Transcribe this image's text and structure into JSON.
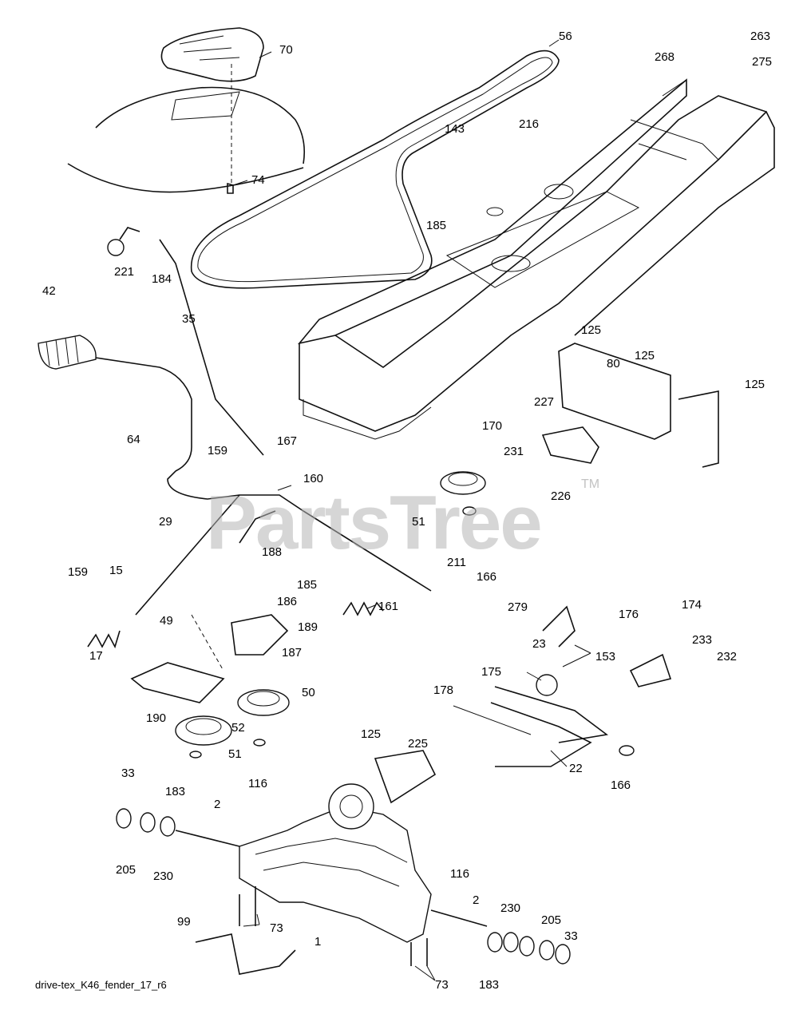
{
  "watermark": {
    "text": "PartsTree",
    "tm": "TM"
  },
  "footer": {
    "text": "drive-tex_K46_fender_17_r6"
  },
  "labels": {
    "p70": "70",
    "p56": "56",
    "p263": "263",
    "p268": "268",
    "p275": "275",
    "p143": "143",
    "p216": "216",
    "p74": "74",
    "p185a": "185",
    "p221": "221",
    "p184": "184",
    "p42": "42",
    "p35": "35",
    "p125a": "125",
    "p80": "80",
    "p125b": "125",
    "p125c": "125",
    "p227": "227",
    "p170": "170",
    "p231": "231",
    "p64": "64",
    "p159a": "159",
    "p167": "167",
    "p160": "160",
    "p226": "226",
    "p51a": "51",
    "p29": "29",
    "p188": "188",
    "p211": "211",
    "p166a": "166",
    "p159b": "159",
    "p15": "15",
    "p185b": "185",
    "p186": "186",
    "p279": "279",
    "p174": "174",
    "p176": "176",
    "p49": "49",
    "p161": "161",
    "p189": "189",
    "p23": "23",
    "p153": "153",
    "p233": "233",
    "p232": "232",
    "p17": "17",
    "p187": "187",
    "p175": "175",
    "p178": "178",
    "p50": "50",
    "p190": "190",
    "p52": "52",
    "p125d": "125",
    "p225": "225",
    "p51b": "51",
    "p22": "22",
    "p166b": "166",
    "p33a": "33",
    "p116a": "116",
    "p183a": "183",
    "p2a": "2",
    "p205a": "205",
    "p230a": "230",
    "p116b": "116",
    "p2b": "2",
    "p230b": "230",
    "p205b": "205",
    "p33b": "33",
    "p99": "99",
    "p73a": "73",
    "p1": "1",
    "p183b": "183",
    "p73b": "73"
  }
}
